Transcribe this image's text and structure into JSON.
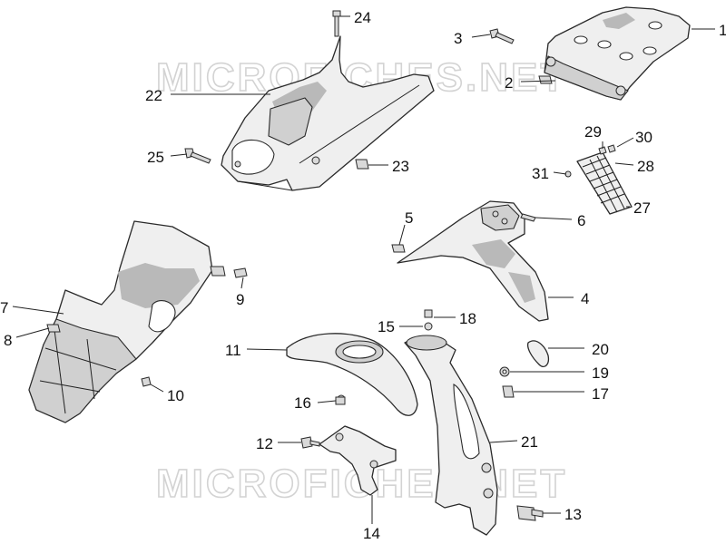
{
  "watermark": {
    "text": "MICROFICHES.NET",
    "color": "#d3d3d3"
  },
  "callouts": [
    {
      "id": "1",
      "label": "1"
    },
    {
      "id": "2",
      "label": "2"
    },
    {
      "id": "3",
      "label": "3"
    },
    {
      "id": "4",
      "label": "4"
    },
    {
      "id": "5",
      "label": "5"
    },
    {
      "id": "6",
      "label": "6"
    },
    {
      "id": "7",
      "label": "7"
    },
    {
      "id": "8",
      "label": "8"
    },
    {
      "id": "9",
      "label": "9"
    },
    {
      "id": "10",
      "label": "10"
    },
    {
      "id": "11",
      "label": "11"
    },
    {
      "id": "12",
      "label": "12"
    },
    {
      "id": "13",
      "label": "13"
    },
    {
      "id": "14",
      "label": "14"
    },
    {
      "id": "15",
      "label": "15"
    },
    {
      "id": "16",
      "label": "16"
    },
    {
      "id": "17",
      "label": "17"
    },
    {
      "id": "18",
      "label": "18"
    },
    {
      "id": "19",
      "label": "19"
    },
    {
      "id": "20",
      "label": "20"
    },
    {
      "id": "21",
      "label": "21"
    },
    {
      "id": "22",
      "label": "22"
    },
    {
      "id": "23",
      "label": "23"
    },
    {
      "id": "24",
      "label": "24"
    },
    {
      "id": "25",
      "label": "25"
    },
    {
      "id": "27",
      "label": "27"
    },
    {
      "id": "28",
      "label": "28"
    },
    {
      "id": "29",
      "label": "29"
    },
    {
      "id": "30",
      "label": "30"
    },
    {
      "id": "31",
      "label": "31"
    }
  ]
}
